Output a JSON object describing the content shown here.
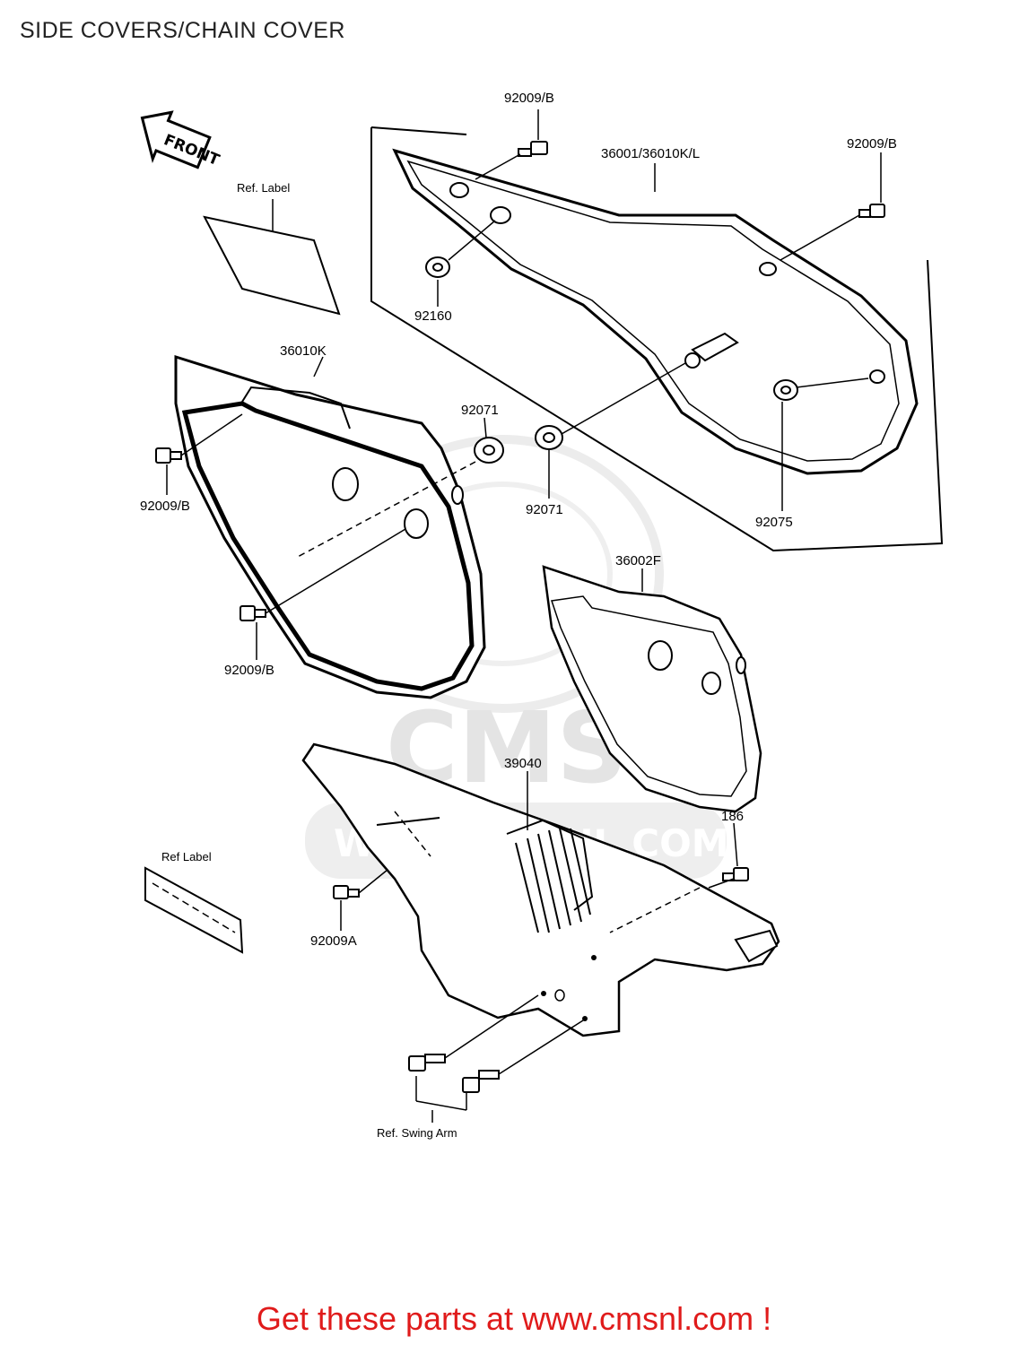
{
  "page": {
    "title": "SIDE COVERS/CHAIN COVER",
    "footer": "Get these parts at www.cmsnl.com !"
  },
  "diagram": {
    "front_arrow": "FRONT",
    "watermark": {
      "brand": "CMS",
      "url": "WWW.CMSNL.COM"
    },
    "labels": {
      "ref_label_top": "Ref. Label",
      "ref_label_bottom": "Ref Label",
      "ref_swing_arm": "Ref. Swing Arm"
    },
    "part_numbers": {
      "bolt_top_center": "92009/B",
      "cover_assembly": "36001/36010K/L",
      "bolt_top_right": "92009/B",
      "collar_92160": "92160",
      "cover_36010k": "36010K",
      "grommet_left": "92071",
      "bolt_left_upper": "92009/B",
      "grommet_right": "92071",
      "damper_92075": "92075",
      "cover_36002f": "36002F",
      "bolt_left_lower": "92009/B",
      "chain_cover": "39040",
      "bolt_186": "186",
      "bolt_92009a": "92009A"
    }
  }
}
